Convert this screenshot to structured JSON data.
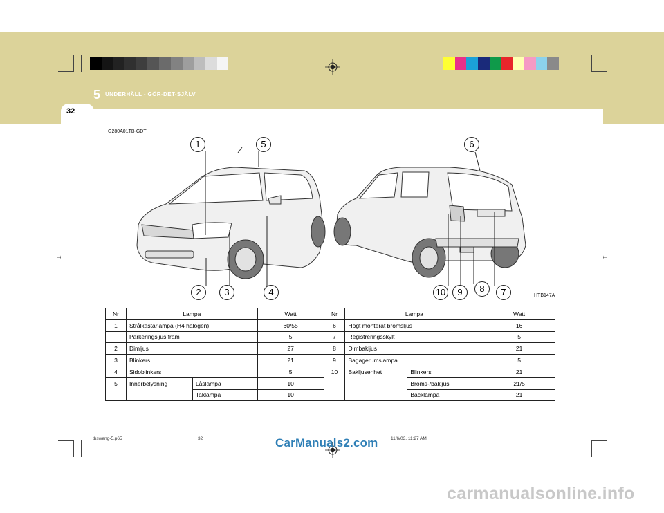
{
  "header": {
    "chapter_number": "5",
    "chapter_title": "UNDERHÅLL - GÖR-DET-SJÄLV",
    "page_number": "32"
  },
  "figure": {
    "code_top": "G280A01TB-GDT",
    "code_bottom": "HTB147A",
    "callouts": [
      "1",
      "5",
      "6",
      "2",
      "3",
      "4",
      "10",
      "9",
      "8",
      "7"
    ]
  },
  "table": {
    "headers": {
      "nr": "Nr",
      "lampa": "Lampa",
      "watt": "Watt"
    },
    "left": [
      {
        "nr": "1",
        "lampa": "Strålkastarlampa (H4 halogen)",
        "watt": "60/55"
      },
      {
        "nr": "",
        "lampa": "Parkeringsljus fram",
        "watt": "5"
      },
      {
        "nr": "2",
        "lampa": "Dimljus",
        "watt": "27"
      },
      {
        "nr": "3",
        "lampa": "Blinkers",
        "watt": "21"
      },
      {
        "nr": "4",
        "lampa": "Sidoblinkers",
        "watt": "5"
      },
      {
        "nr": "5",
        "lampa": "Innerbelysning",
        "sub1": "Låslampa",
        "watt1": "10",
        "sub2": "Taklampa",
        "watt2": "10"
      }
    ],
    "right": [
      {
        "nr": "6",
        "lampa": "Högt monterat bromsljus",
        "watt": "16"
      },
      {
        "nr": "7",
        "lampa": "Registreringsskylt",
        "watt": "5"
      },
      {
        "nr": "8",
        "lampa": "Dimbakljus",
        "watt": "21"
      },
      {
        "nr": "9",
        "lampa": "Bagagerumslampa",
        "watt": "5"
      },
      {
        "nr": "10",
        "lampa": "Bakljusenhet",
        "sub1": "Blinkers",
        "watt1": "21",
        "sub2": "Broms-/bakljus",
        "watt2": "21/5",
        "sub3": "Backlampa",
        "watt3": "21"
      }
    ]
  },
  "footer": {
    "file": "tbsweng-5.p65",
    "page": "32",
    "date": "11/6/03, 11:27 AM",
    "watermark_site": "CarManuals2.com",
    "watermark_bottom": "carmanualsonline.info"
  },
  "colors": {
    "band": "#dcd39a",
    "grayscale_bar": [
      "#000000",
      "#141414",
      "#222222",
      "#303030",
      "#3e3e3e",
      "#555555",
      "#6b6b6b",
      "#828282",
      "#9e9e9e",
      "#bdbdbd",
      "#dcdcdc",
      "#f5f5f5"
    ],
    "color_bar": [
      "#ffff33",
      "#e8318a",
      "#1ba1d8",
      "#1a2a7a",
      "#0f9a4a",
      "#e8262b",
      "#ffffb3",
      "#f59ac4",
      "#8cd2ec",
      "#8a8a8a"
    ]
  }
}
